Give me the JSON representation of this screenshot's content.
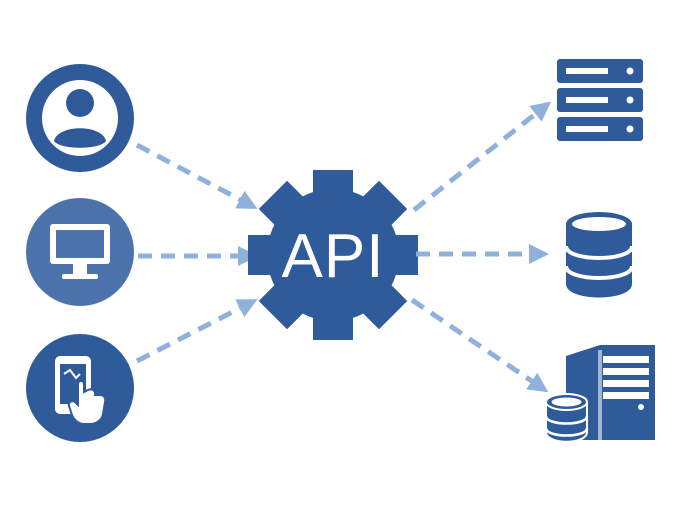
{
  "gear": {
    "label": "API"
  },
  "clients": [
    {
      "name": "user",
      "icon": "user-icon"
    },
    {
      "name": "desktop",
      "icon": "monitor-icon"
    },
    {
      "name": "mobile",
      "icon": "touch-phone-icon"
    }
  ],
  "backends": [
    {
      "name": "server-rack",
      "icon": "server-rack-icon"
    },
    {
      "name": "database",
      "icon": "database-icon"
    },
    {
      "name": "server-with-storage",
      "icon": "server-tower-icon"
    }
  ],
  "colors": {
    "primary": "#2f5b9a",
    "light": "#4c73ab",
    "arrow": "#8fb1db",
    "white": "#ffffff"
  }
}
